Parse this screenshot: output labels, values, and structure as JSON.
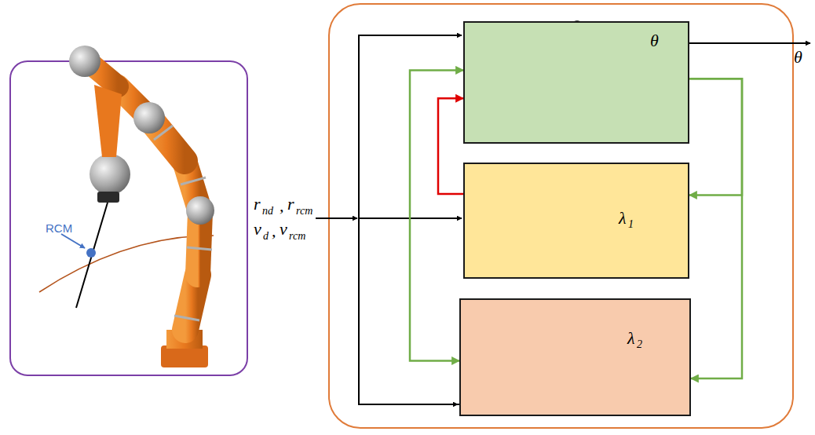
{
  "diagram": {
    "nodes": [
      {
        "text": [
          "θ"
        ]
      },
      {
        "text": [
          "λ",
          "1"
        ]
      },
      {
        "text": [
          "λ",
          "2"
        ]
      }
    ],
    "edges": [
      {
        "from": 1,
        "to": 0,
        "arrow": "to"
      },
      {
        "from": 0,
        "to": 1,
        "arrow": "to"
      },
      {
        "from": 0,
        "to": 2,
        "arrow": "to"
      },
      {
        "from": 0,
        "to": 2,
        "arrow": "both"
      }
    ],
    "labels": [
      "RCM",
      "r",
      "nd",
      ",",
      "r",
      "rcm",
      "v",
      "d",
      ",",
      "v",
      "rcm",
      "θ"
    ]
  }
}
